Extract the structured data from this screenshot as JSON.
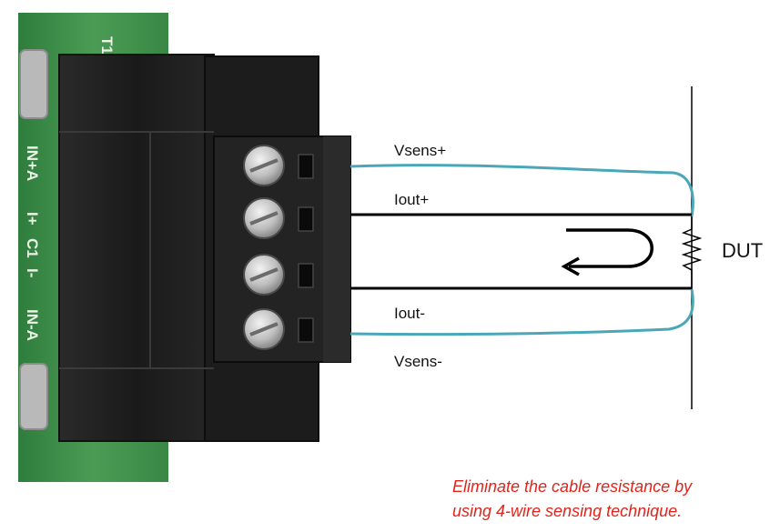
{
  "board": {
    "silkscreen": [
      "T1",
      "IN+A",
      "I+",
      "C1",
      "I-",
      "IN-A"
    ]
  },
  "wires": {
    "vsens_plus": "Vsens+",
    "iout_plus": "Iout+",
    "iout_minus": "Iout-",
    "vsens_minus": "Vsens-"
  },
  "dut": {
    "label": "DUT"
  },
  "caption": {
    "line1": "Eliminate the cable resistance by",
    "line2": "using 4-wire sensing technique."
  },
  "colors": {
    "sense_wire": "#4aa7b8",
    "force_wire": "#000000",
    "caption": "#e2231a",
    "pcb": "#3f8f4a",
    "connector": "#1f1f1f"
  }
}
